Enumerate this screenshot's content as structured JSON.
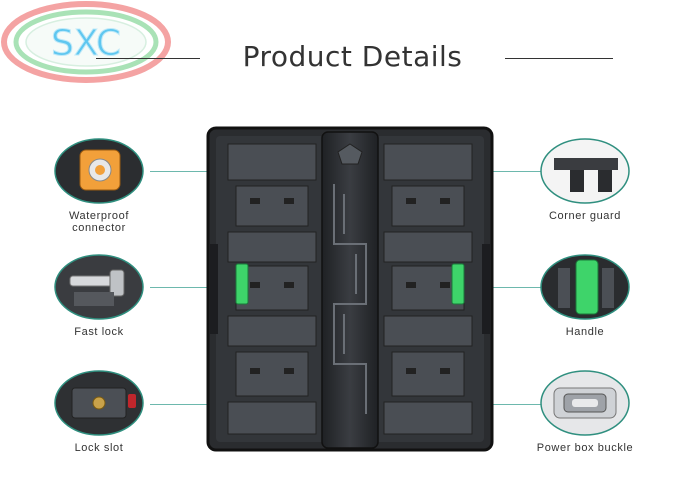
{
  "logo": {
    "text": "SXC"
  },
  "heading": {
    "title": "Product Details"
  },
  "details": {
    "waterproof_connector": {
      "label_line1": "Waterproof",
      "label_line2": "connector"
    },
    "fast_lock": {
      "label": "Fast lock"
    },
    "lock_slot": {
      "label": "Lock slot"
    },
    "corner_guard": {
      "label": "Corner guard"
    },
    "handle": {
      "label": "Handle"
    },
    "power_box_buckle": {
      "label": "Power box buckle"
    }
  },
  "colors": {
    "logo_ring_outer": "#f4a3a3",
    "logo_ring_inner": "#a9e2b6",
    "logo_text": "#5fc7f0",
    "accent_green": "#2f8f7f",
    "handle_green": "#3ed46a",
    "cabinet_dark": "#2a2c2f",
    "text": "#333333"
  }
}
